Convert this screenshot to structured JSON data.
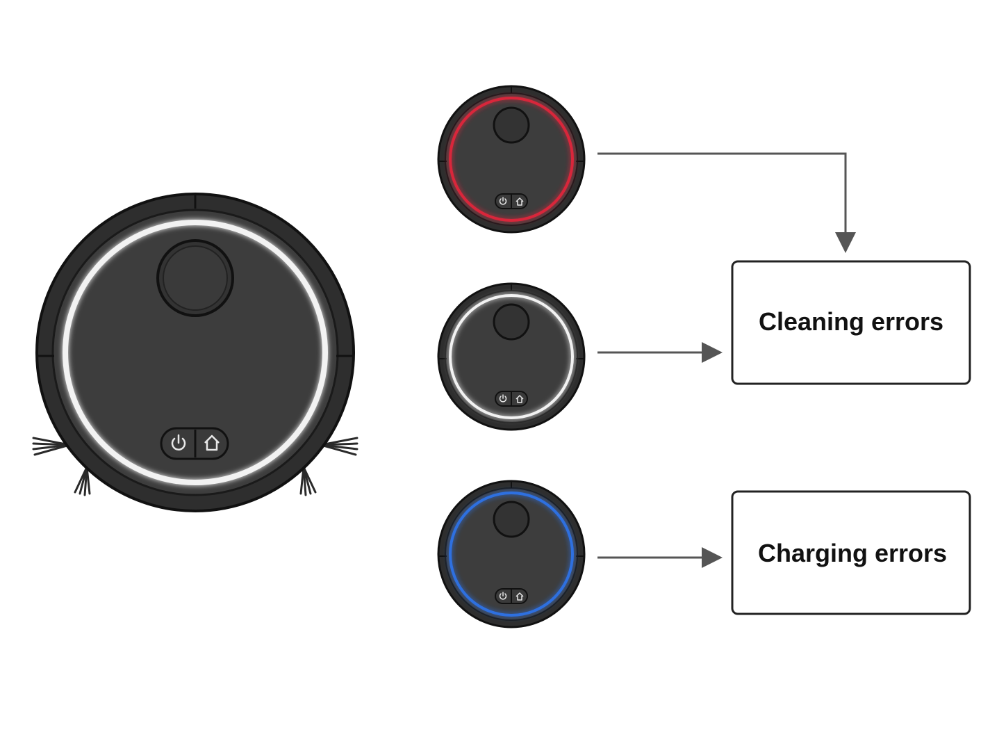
{
  "diagram": {
    "robots": [
      {
        "id": "main",
        "ring_color": "#f2f2f2",
        "has_side_brushes": true
      },
      {
        "id": "red-ring",
        "ring_color": "#d9283a",
        "has_side_brushes": false
      },
      {
        "id": "white-ring",
        "ring_color": "#f2f2f2",
        "has_side_brushes": false
      },
      {
        "id": "blue-ring",
        "ring_color": "#2f6fe0",
        "has_side_brushes": false
      }
    ],
    "boxes": {
      "cleaning": {
        "label": "Cleaning errors"
      },
      "charging": {
        "label": "Charging errors"
      }
    },
    "connections": [
      {
        "from": "red-ring",
        "to": "cleaning"
      },
      {
        "from": "white-ring",
        "to": "cleaning"
      },
      {
        "from": "blue-ring",
        "to": "charging"
      }
    ],
    "icons": [
      "power-icon",
      "home-icon"
    ],
    "colors": {
      "body": "#3b3b3b",
      "outline": "#1c1c1c",
      "connector": "#555555",
      "box_border": "#222222"
    }
  }
}
